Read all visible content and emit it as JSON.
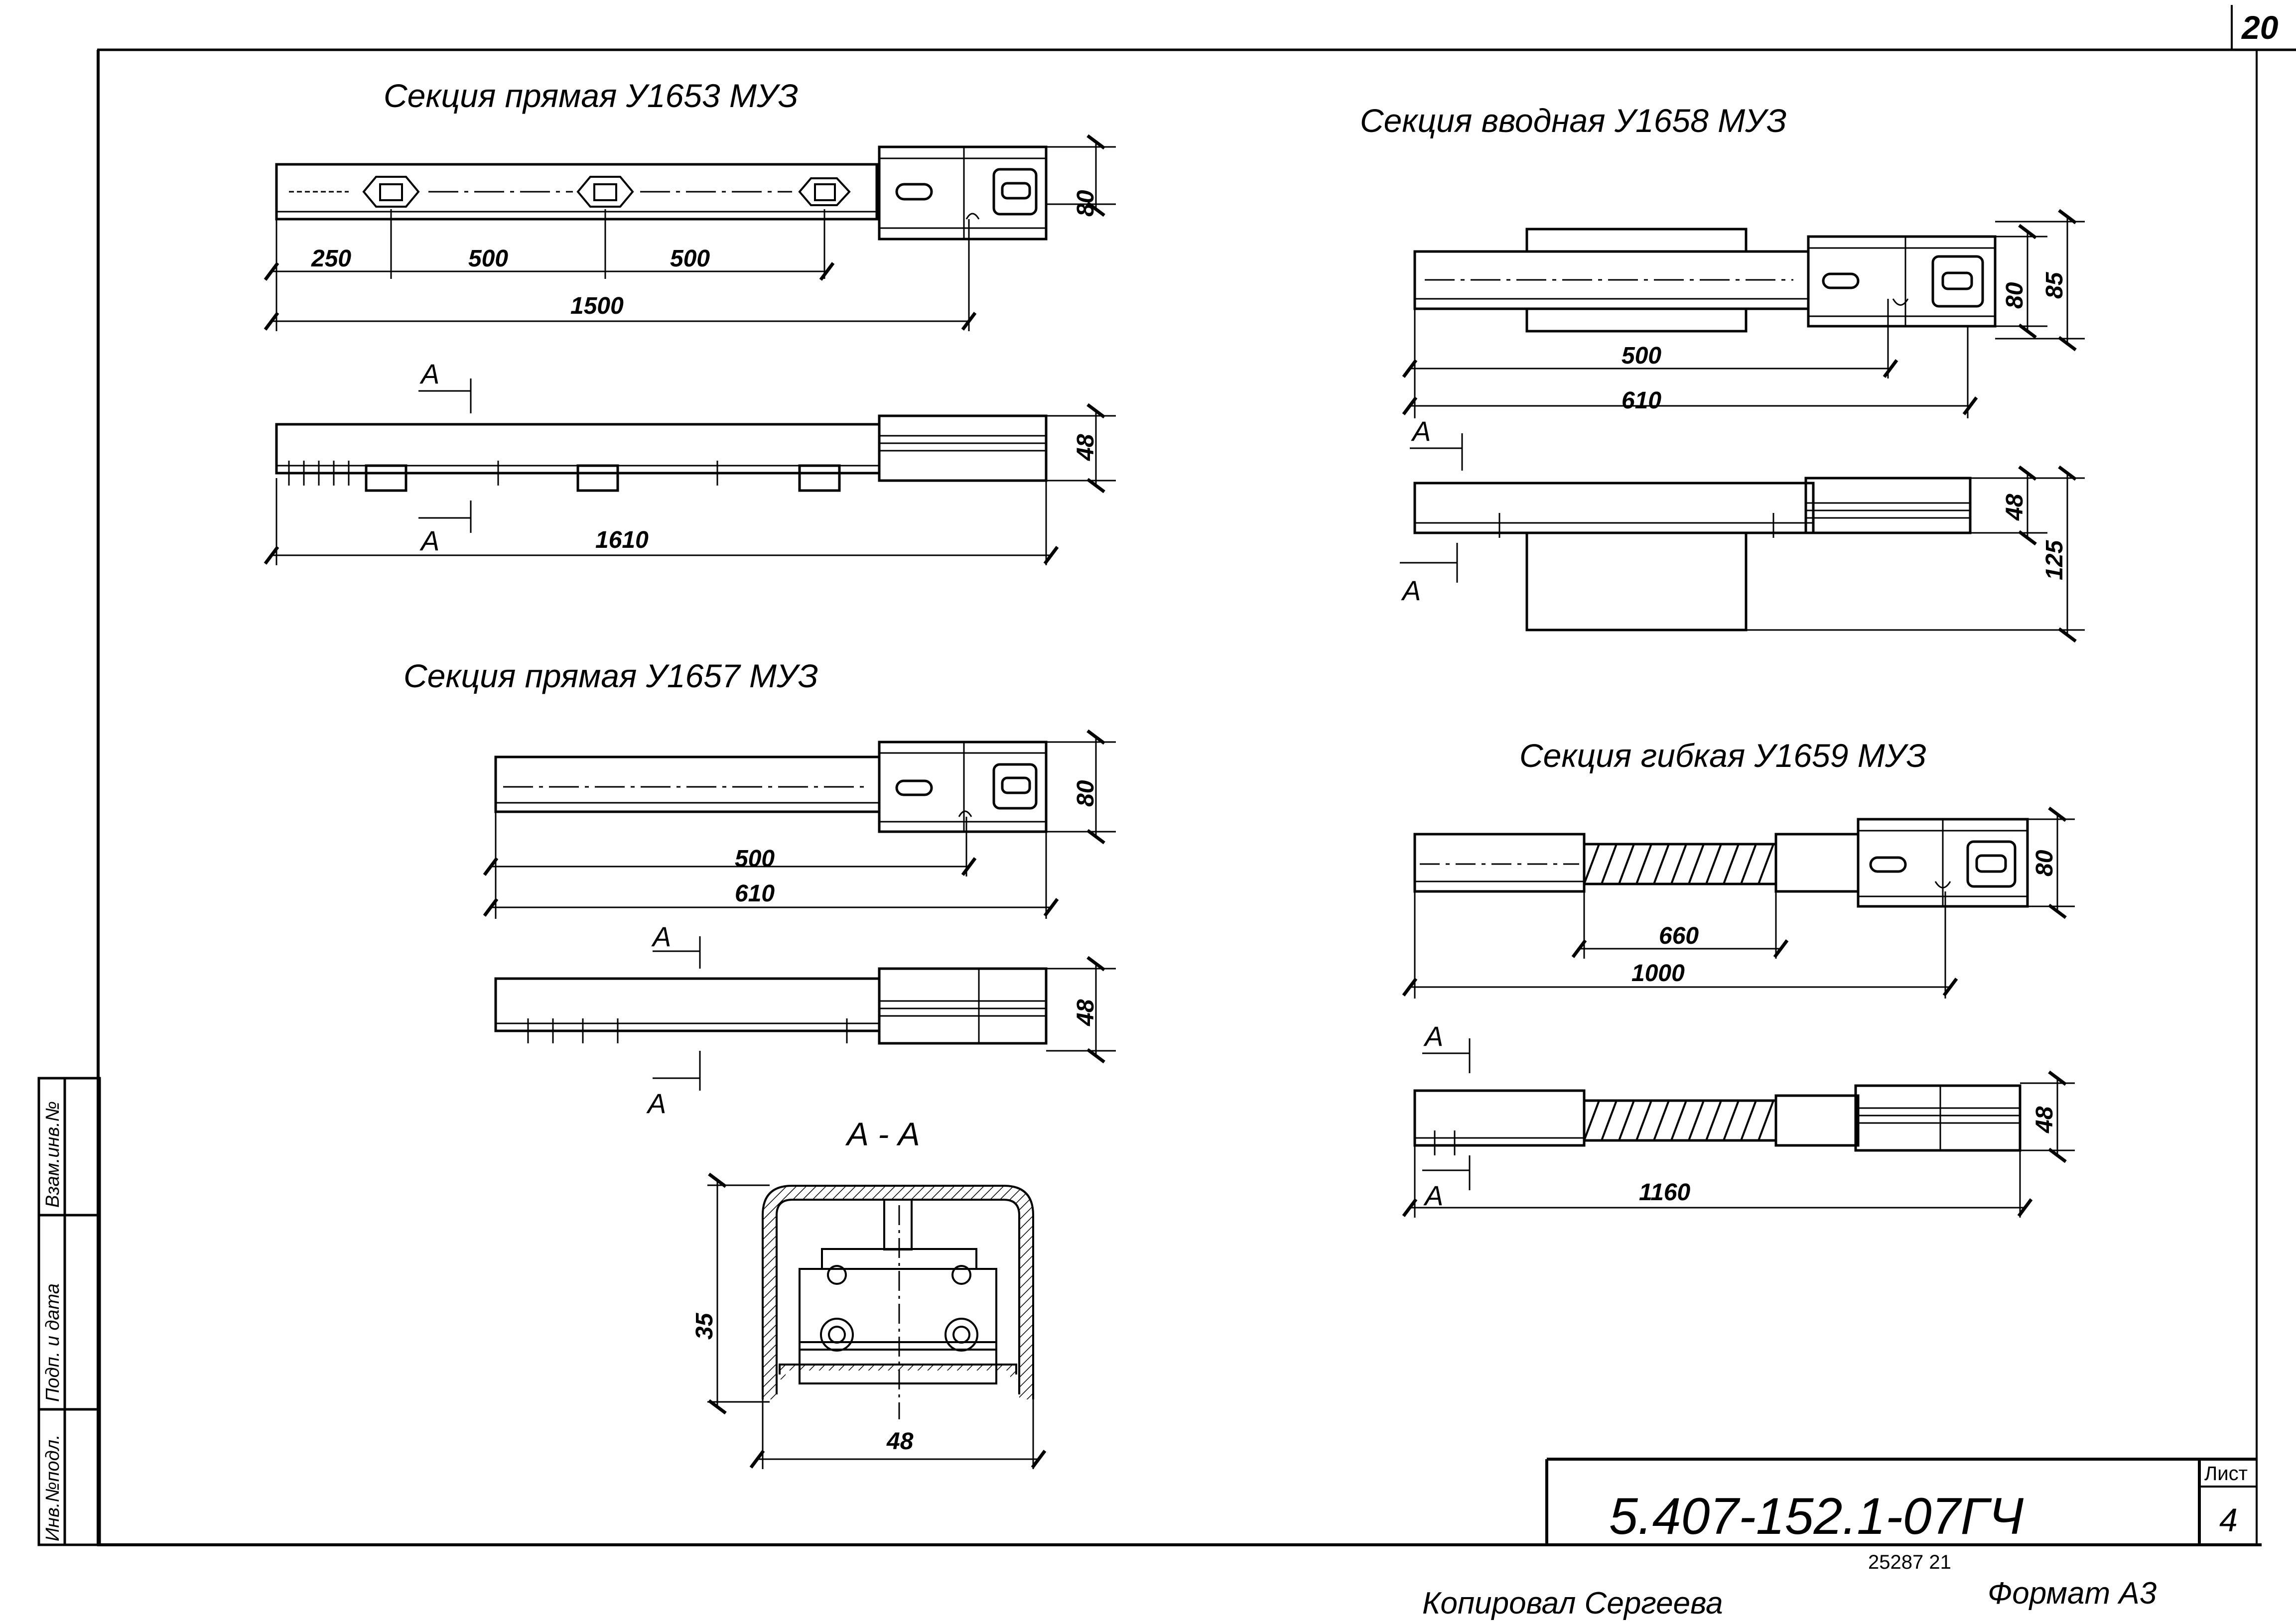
{
  "page_number": "20",
  "sections": {
    "s1653": {
      "title": "Секция прямая   У1653 МУЗ",
      "dims": [
        "250",
        "500",
        "500",
        "1500",
        "1610",
        "80",
        "48"
      ],
      "section_mark": "А"
    },
    "s1657": {
      "title": "Секция прямая  У1657 МУЗ",
      "dims": [
        "500",
        "610",
        "80",
        "48"
      ],
      "section_mark": "А"
    },
    "s1658": {
      "title": "Секция вводная   У1658 МУЗ",
      "dims": [
        "500",
        "610",
        "80",
        "85",
        "48",
        "125"
      ],
      "section_mark": "А"
    },
    "s1659": {
      "title": "Секция гибкая  У1659 МУЗ",
      "dims": [
        "660",
        "1000",
        "1160",
        "80",
        "48"
      ],
      "section_mark": "А"
    },
    "section_aa": {
      "title": "А - А",
      "dims": [
        "35",
        "48"
      ]
    }
  },
  "side_stamp": [
    "Взам.инв.№",
    "Подп. и дата",
    "Инв.№подл."
  ],
  "title_block": {
    "code": "5.407-152.1-07ГЧ",
    "sheet_label": "Лист",
    "sheet_number": "4",
    "order_number": "25287   21"
  },
  "footer": {
    "copied_by": "Копировал  Сергеева",
    "format": "Формат А3"
  }
}
